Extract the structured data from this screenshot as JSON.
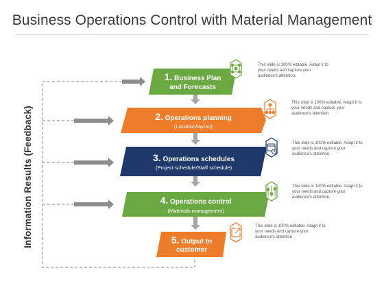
{
  "title": "Business Operations Control with Material Management",
  "side_label": "Information Results (Feedback)",
  "steps": [
    {
      "number": "1.",
      "title_a": "Business Plan",
      "title_b": "and Forecasts",
      "subtitle": "",
      "color": "#6aa842",
      "icon": "network-icon",
      "note": "This slide is 100% editable. Adapt it to your needs and capture your audience's attention."
    },
    {
      "number": "2.",
      "title_a": "Operations planning",
      "title_b": "",
      "subtitle": "(Location/layout)",
      "color": "#ee7d2b",
      "icon": "hierarchy-icon",
      "note": "This slide is 100% editable. Adapt it to your needs and capture your audience's attention."
    },
    {
      "number": "3.",
      "title_a": "Operations schedules",
      "title_b": "",
      "subtitle": "(Project schedule/Staff schedule)",
      "color": "#1d3a6a",
      "icon": "calendar-schedule-icon",
      "note": "This slide is 100% editable. Adapt it to your needs and capture your audience's attention."
    },
    {
      "number": "4.",
      "title_a": "Operations control",
      "title_b": "",
      "subtitle": "(Materials management)",
      "color": "#6aa842",
      "icon": "sliders-icon",
      "note": "This slide is 100% editable. Adapt it to your needs and capture your audience's attention."
    },
    {
      "number": "5.",
      "title_a": "Output to",
      "title_b": "customer",
      "subtitle": "",
      "color": "#ee7d2b",
      "icon": "external-arrow-icon",
      "note": "This slide is 100% editable. Adapt it to your needs and capture your audience's attention."
    }
  ],
  "colors": {
    "arrow": "#8c8c8c",
    "dashed": "#9a9a9a",
    "connector": "#a6a6a6"
  }
}
